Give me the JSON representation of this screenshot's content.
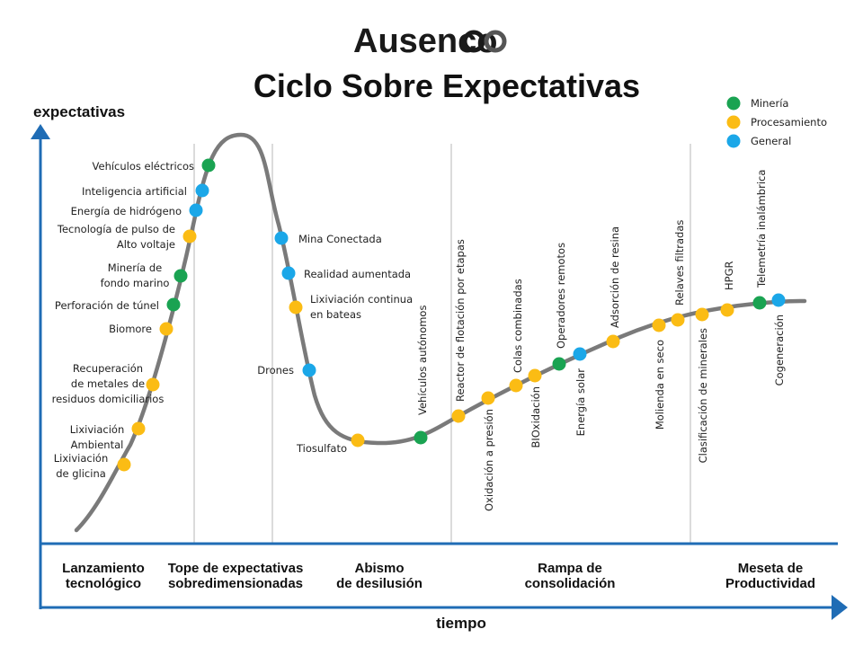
{
  "logo": "Ausenco",
  "title": "Ciclo Sobre Expectativas",
  "axes": {
    "y": "expectativas",
    "x": "tiempo"
  },
  "colors": {
    "Minería": "#1aa352",
    "Procesamiento": "#fbbc14",
    "General": "#1ba7e8",
    "axis": "#1f6cb5",
    "curve": "#7a7a7a"
  },
  "legend": [
    {
      "label": "Minería",
      "category": "Minería"
    },
    {
      "label": "Procesamiento",
      "category": "Procesamiento"
    },
    {
      "label": "General",
      "category": "General"
    }
  ],
  "phases": [
    [
      "Lanzamiento",
      "tecnológico"
    ],
    [
      "Tope de expectativas",
      "sobredimensionadas"
    ],
    [
      "Abismo",
      "de desilusión"
    ],
    [
      "Rampa de",
      "consolidación"
    ],
    [
      "Meseta de",
      "Productividad"
    ]
  ],
  "technologies": [
    {
      "lines": [
        "Vehículos eléctricos"
      ],
      "category": "Minería"
    },
    {
      "lines": [
        "Inteligencia artificial"
      ],
      "category": "General"
    },
    {
      "lines": [
        "Energía de hidrógeno"
      ],
      "category": "General"
    },
    {
      "lines": [
        "Tecnología de pulso de",
        "Alto voltaje"
      ],
      "category": "Procesamiento"
    },
    {
      "lines": [
        "Minería de",
        "fondo marino"
      ],
      "category": "Minería"
    },
    {
      "lines": [
        "Perforación de túnel"
      ],
      "category": "Minería"
    },
    {
      "lines": [
        "Biomore"
      ],
      "category": "Procesamiento"
    },
    {
      "lines": [
        "Recuperación",
        "de metales de",
        "residuos domiciliarios"
      ],
      "category": "Procesamiento"
    },
    {
      "lines": [
        "Lixiviación",
        "Ambiental"
      ],
      "category": "Procesamiento"
    },
    {
      "lines": [
        "Lixiviación",
        "de glicina"
      ],
      "category": "Procesamiento"
    },
    {
      "lines": [
        "Mina Conectada"
      ],
      "category": "General"
    },
    {
      "lines": [
        "Realidad aumentada"
      ],
      "category": "General"
    },
    {
      "lines": [
        "Lixiviación continua",
        "en bateas"
      ],
      "category": "Procesamiento"
    },
    {
      "lines": [
        "Drones"
      ],
      "category": "General"
    },
    {
      "lines": [
        "Tiosulfato"
      ],
      "category": "Procesamiento"
    },
    {
      "lines": [
        "Vehículos autónomos"
      ],
      "category": "Minería"
    },
    {
      "lines": [
        "Reactor de flotación por etapas"
      ],
      "category": "Procesamiento"
    },
    {
      "lines": [
        "Oxidación a presión"
      ],
      "category": "Procesamiento"
    },
    {
      "lines": [
        "Colas combinadas"
      ],
      "category": "Procesamiento"
    },
    {
      "lines": [
        "BIOxidación"
      ],
      "category": "Procesamiento"
    },
    {
      "lines": [
        "Operadores remotos"
      ],
      "category": "Minería"
    },
    {
      "lines": [
        "Energía solar"
      ],
      "category": "General"
    },
    {
      "lines": [
        "Adsorción de resina"
      ],
      "category": "Procesamiento"
    },
    {
      "lines": [
        "Molienda en seco"
      ],
      "category": "Procesamiento"
    },
    {
      "lines": [
        "Relaves filtradas"
      ],
      "category": "Procesamiento"
    },
    {
      "lines": [
        "Clasificación de minerales"
      ],
      "category": "Procesamiento"
    },
    {
      "lines": [
        "HPGR"
      ],
      "category": "Procesamiento"
    },
    {
      "lines": [
        "Telemetría inalámbrica"
      ],
      "category": "Minería"
    },
    {
      "lines": [
        "Cogeneración"
      ],
      "category": "General"
    }
  ]
}
